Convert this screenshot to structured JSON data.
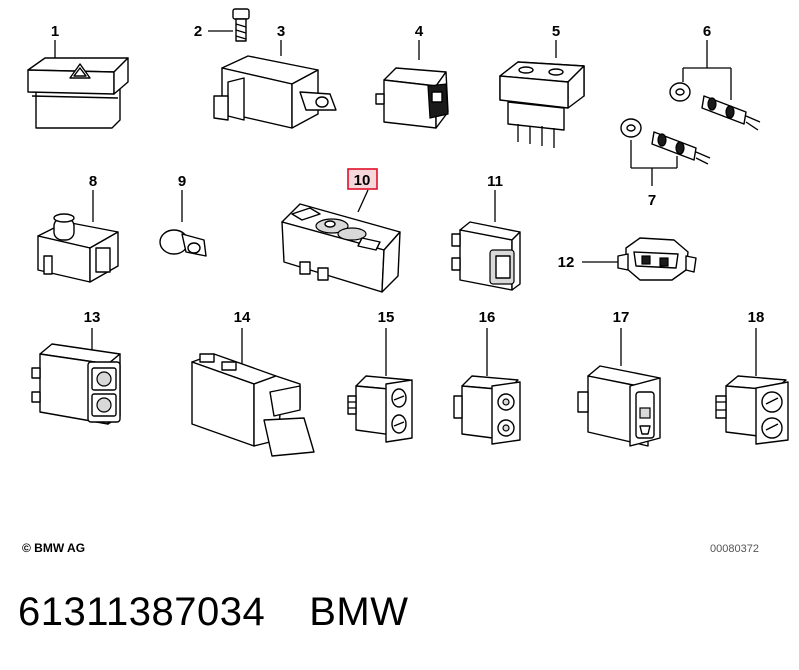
{
  "callouts": {
    "c1": "1",
    "c2": "2",
    "c3": "3",
    "c4": "4",
    "c5": "5",
    "c6": "6",
    "c7": "7",
    "c8": "8",
    "c9": "9",
    "c10": "10",
    "c11": "11",
    "c12": "12",
    "c13": "13",
    "c14": "14",
    "c15": "15",
    "c16": "16",
    "c17": "17",
    "c18": "18"
  },
  "highlighted_callout": "10",
  "highlight_color": "#e0102a",
  "copyright": "© BMW AG",
  "drawing_number": "00080372",
  "footer": {
    "part_number": "61311387034",
    "brand": "BMW"
  }
}
